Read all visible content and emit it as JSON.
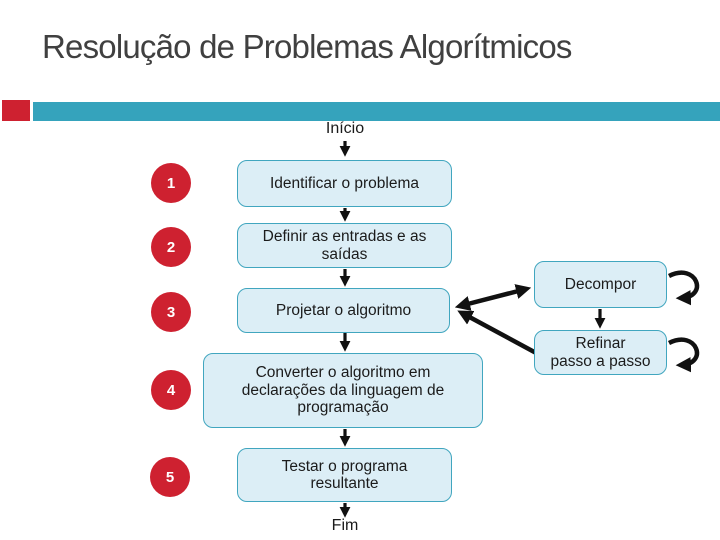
{
  "slide": {
    "title": "Resolução de Problemas Algorítmicos",
    "colors": {
      "accent_red": "#CE2130",
      "accent_teal": "#35A3BC",
      "box_fill": "#DCEEF6",
      "box_border": "#41A6BF",
      "title_text": "#404040",
      "arrow": "#111111"
    }
  },
  "flowchart": {
    "start_label": "Início",
    "end_label": "Fim",
    "steps": [
      {
        "number": "1",
        "label": "Identificar o problema"
      },
      {
        "number": "2",
        "label": "Definir as entradas e as\nsaídas"
      },
      {
        "number": "3",
        "label": "Projetar o algoritmo"
      },
      {
        "number": "4",
        "label": "Converter o algoritmo em\ndeclarações da linguagem de\nprogramação"
      },
      {
        "number": "5",
        "label": "Testar o programa\nresultante"
      }
    ],
    "side_boxes": [
      {
        "label": "Decompor"
      },
      {
        "label": "Refinar\npasso a passo"
      }
    ]
  }
}
